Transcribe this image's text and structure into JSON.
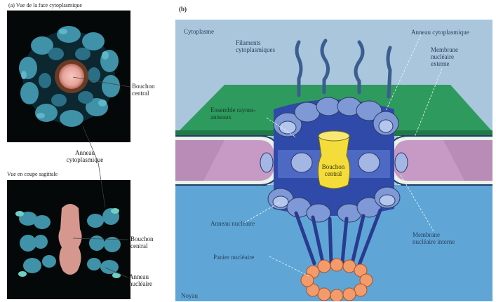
{
  "left_panel": {
    "top_caption": "(a) Vue de la face cytoplasmique",
    "bottom_caption": "Vue en coupe sagittale",
    "labels": {
      "bouchon_central": "Bouchon central",
      "anneau_cytoplasmique": "Anneau cytoplasmique",
      "bouchon_central_2": "Bouchon central",
      "anneau_nucleaire": "Anneau nucléaire"
    }
  },
  "right_panel": {
    "panel_letter": "(b)",
    "region_top": "Cytoplasme",
    "region_bottom": "Noyau",
    "labels": {
      "filaments": "Filaments cytoplasmiques",
      "anneau_cyto": "Anneau cytoplasmique",
      "membrane_externe": "Membrane nucléaire externe",
      "anneau_nucleaire": "Anneau nucléaire",
      "membrane_interne": "Membrane nucléaire interne",
      "panier": "Panier nucléaire",
      "rayons": "Ensemble rayons-anneaux",
      "plug": "Bouchon central"
    }
  },
  "colors": {
    "cytoplasm": "#a9c6dc",
    "nucleus": "#5fa6d6",
    "membrane_green": "#2f9a5e",
    "membrane_pink": "#c79ac5",
    "protein_blue": "#7f98d6",
    "plug_yellow": "#f4dd3b",
    "basket_orange": "#f39b6a"
  }
}
